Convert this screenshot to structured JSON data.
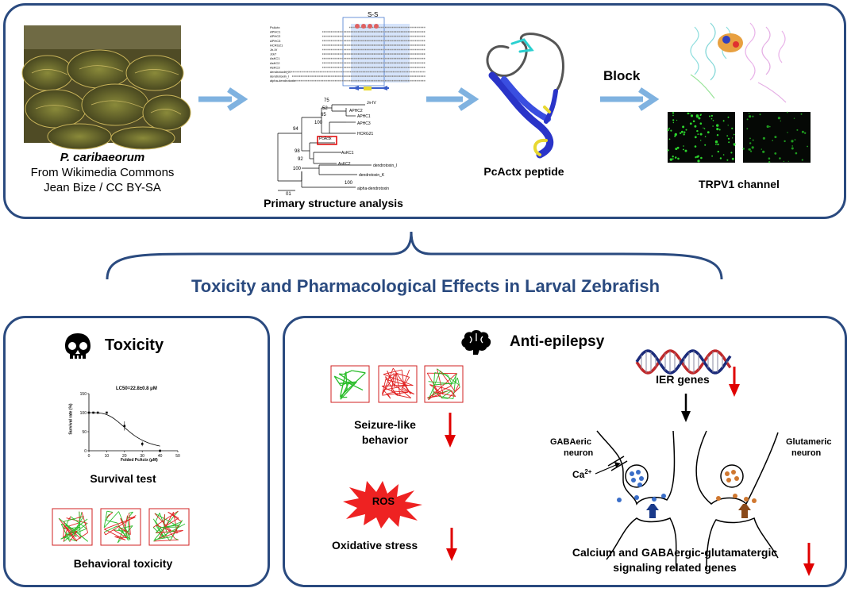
{
  "top": {
    "species_name": "P. caribaeorum",
    "source_line1": "From Wikimedia Commons",
    "source_line2": "Jean Bize / CC BY-SA",
    "alignment_caption": "Primary structure analysis",
    "peptide_caption": "PcActx peptide",
    "block_label": "Block",
    "channel_caption": "TRPV1 channel",
    "ss_label": "S-S",
    "seq_names": [
      "PcActx",
      "APHC1",
      "APHC2",
      "APHC3",
      "HCRG21",
      "Jn-IV",
      "Jck7",
      "AsKC1",
      "AsKC2",
      "AsKC3",
      "dendrotoxin_K",
      "dendrotoxin_I",
      "alpha-dendrotoxin"
    ],
    "tree_labels": [
      "75",
      "52",
      "65",
      "100",
      "94",
      "98",
      "92",
      "100",
      "100",
      "PcActx",
      "Jn-IV",
      "APHC2",
      "APHC1",
      "APHC3",
      "HCRG21",
      "AsKC1",
      "AsKC2",
      "dendrotoxin_I",
      "dendrotoxin_K",
      "alpha-dendrotoxin"
    ],
    "scale_label": "01"
  },
  "banner": "Toxicity and Pharmacological Effects in Larval Zebrafish",
  "toxicity": {
    "title": "Toxicity",
    "lc50": "LC50=22.8±0.8 μM",
    "ylabel": "Survival rate (%)",
    "xlabel": "Folded PcActx (μM)",
    "survival_caption": "Survival test",
    "behavior_caption": "Behavioral toxicity"
  },
  "antiepilepsy": {
    "title": "Anti-epilepsy",
    "seizure_line1": "Seizure-like",
    "seizure_line2": "behavior",
    "ros": "ROS",
    "oxidative": "Oxidative stress",
    "ier": "IER genes",
    "gaba_line1": "GABAeric",
    "gaba_line2": "neuron",
    "glut_line1": "Glutameric",
    "glut_line2": "neuron",
    "ca_label": "Ca",
    "ca_sup": "2+",
    "signal_line1": "Calcium and GABAergic-glutamatergic",
    "signal_line2": "signaling related genes"
  },
  "chart_data": {
    "type": "scatter",
    "title": "LC50=22.8±0.8 μM",
    "xlabel": "Folded PcActx (μM)",
    "ylabel": "Survival rate (%)",
    "xlim": [
      0,
      50
    ],
    "ylim": [
      0,
      150
    ],
    "x_ticks": [
      0,
      10,
      20,
      30,
      40,
      50
    ],
    "y_ticks": [
      0,
      50,
      100,
      150
    ],
    "x": [
      0,
      2.5,
      5,
      10,
      20,
      30,
      40
    ],
    "y": [
      100,
      100,
      100,
      100,
      65,
      18,
      0
    ],
    "err": [
      0,
      0,
      0,
      0,
      12,
      6,
      0
    ],
    "fit": {
      "lc50": 22.8,
      "hill": 3.5
    },
    "grid": false
  },
  "colors": {
    "panel_border": "#2a4a7f",
    "arrow": "#7fb2e0",
    "banner": "#2a4a7f",
    "down_arrow": "#e00000",
    "ros": "#ee2222"
  }
}
